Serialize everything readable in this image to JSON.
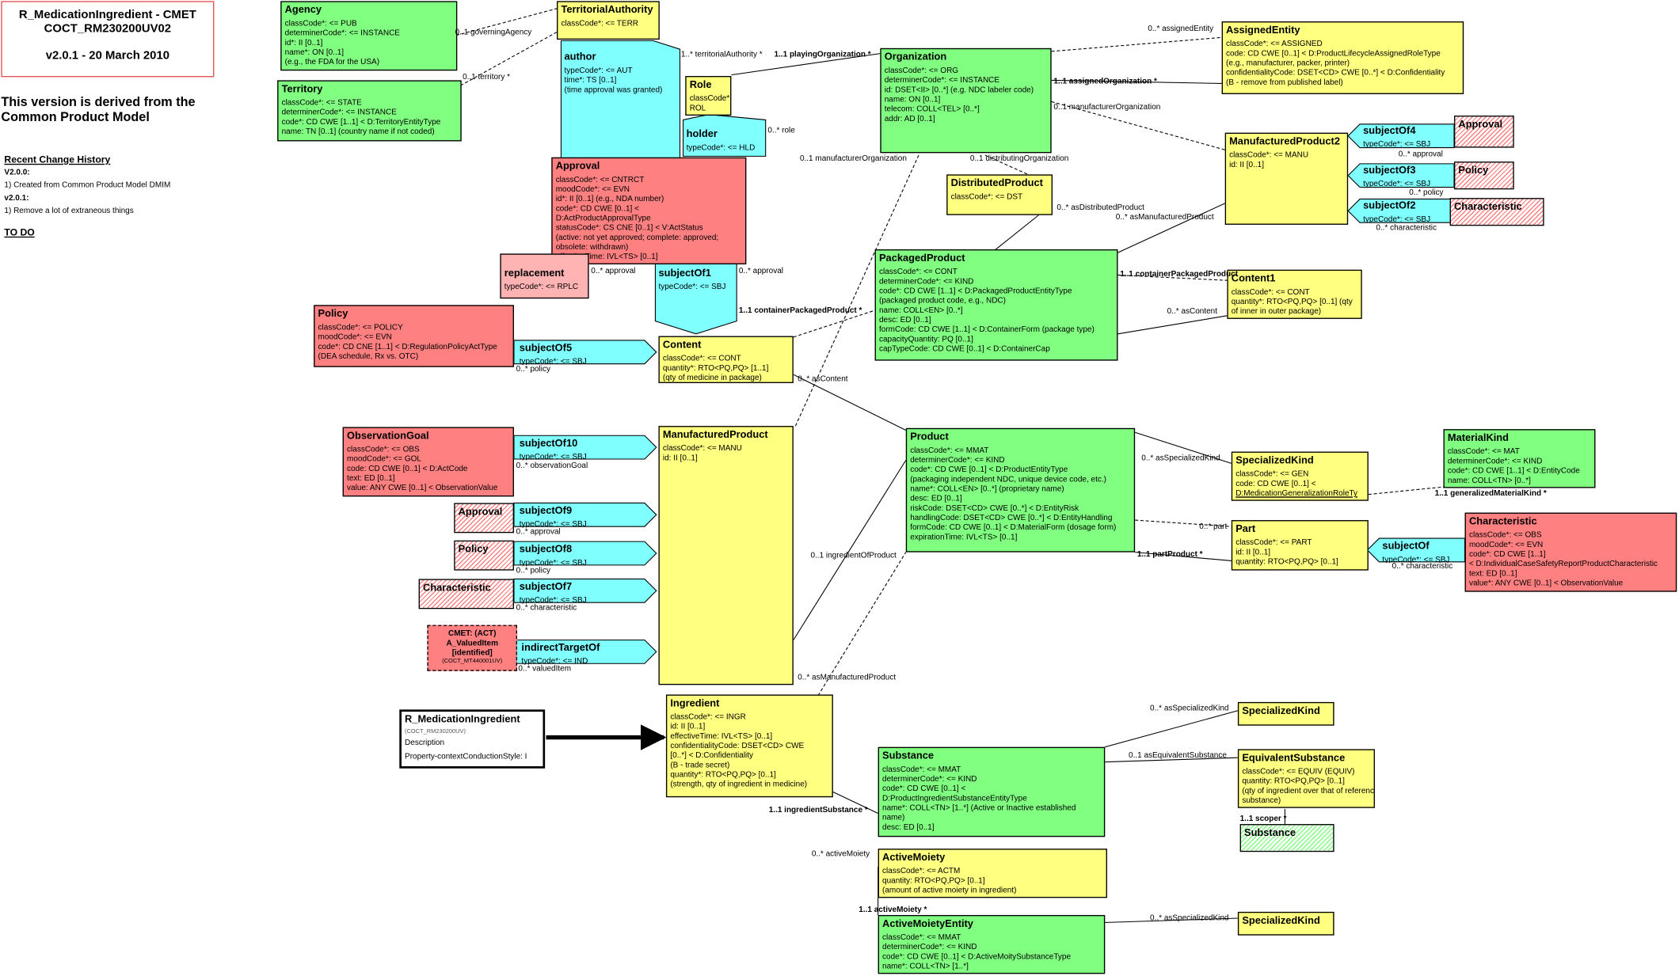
{
  "header": {
    "title_line1": "R_MedicationIngredient - CMET",
    "title_line2": "COCT_RM230200UV02",
    "version": "v2.0.1 - 20 March 2010",
    "derived_line1": "This version is derived from the",
    "derived_line2": "Common Product  Model"
  },
  "history": {
    "heading": "Recent Change History",
    "v1_label": "V2.0.0:",
    "v1_text": "1) Created from Common Product Model DMIM",
    "v2_label": "v2.0.1:",
    "v2_text": "1) Remove a lot of extraneous things",
    "todo": "TO DO"
  },
  "entry": {
    "name": "R_MedicationIngredient",
    "code": "(COCT_RM230200UV)",
    "desc": "Description",
    "style": "Property-contextConductionStyle: I"
  },
  "classes": {
    "agency": {
      "title": "Agency",
      "rows": [
        "classCode*: <= PUB",
        "determinerCode*: <= INSTANCE",
        "id*: II [0..1]",
        "name*: ON [0..1]",
        " (e.g., the FDA for the USA)"
      ]
    },
    "territory": {
      "title": "Territory",
      "rows": [
        "classCode*: <= STATE",
        "determinerCode*: <= INSTANCE",
        "code*: CD CWE [1..1] < D:TerritoryEntityType",
        "name: TN [0..1] (country name if not coded)"
      ]
    },
    "territorialAuthority": {
      "title": "TerritorialAuthority",
      "rows": [
        "classCode*: <= TERR"
      ]
    },
    "author": {
      "title": "author",
      "rows": [
        "typeCode*: <= AUT",
        "time*: TS [0..1]",
        " (time approval was granted)"
      ]
    },
    "role": {
      "title": "Role",
      "rows": [
        "classCode*: <=",
        "ROL"
      ]
    },
    "holder": {
      "title": "holder",
      "rows": [
        "typeCode*: <= HLD"
      ]
    },
    "approval": {
      "title": "Approval",
      "rows": [
        "classCode*: <= CNTRCT",
        "moodCode*: <= EVN",
        "id*: II [0..1] (e.g., NDA number)",
        "code*: CD CWE [0..1] <",
        "D:ActProductApprovalType",
        "statusCode*: CS CNE [0..1] < V:ActStatus",
        " (active: not yet approved; complete: approved;",
        "obsolete: withdrawn)",
        "effectiveTime: IVL<TS> [0..1]"
      ]
    },
    "replacement": {
      "title": "replacement",
      "rows": [
        "typeCode*: <= RPLC"
      ]
    },
    "subjectOf1": {
      "title": "subjectOf1",
      "rows": [
        "typeCode*: <= SBJ"
      ]
    },
    "policy": {
      "title": "Policy",
      "rows": [
        "classCode*: <= POLICY",
        "moodCode*: <= EVN",
        "code*: CD CNE [1..1] < D:RegulationPolicyActType",
        " (DEA schedule, Rx vs. OTC)"
      ]
    },
    "subjectOf5": {
      "title": "subjectOf5",
      "rows": [
        "typeCode*: <= SBJ"
      ]
    },
    "content": {
      "title": "Content",
      "rows": [
        "classCode*: <= CONT",
        "quantity*: RTO<PQ,PQ> [1..1]",
        " (qty of medicine in package)"
      ]
    },
    "organization": {
      "title": "Organization",
      "rows": [
        "classCode*: <= ORG",
        "determinerCode*: <= INSTANCE",
        "id: DSET<II> [0..*] (e.g. NDC labeler code)",
        "name: ON [0..1]",
        "telecom: COLL<TEL> [0..*]",
        "addr: AD [0..1]"
      ]
    },
    "distributedProduct": {
      "title": "DistributedProduct",
      "rows": [
        "classCode*: <= DST"
      ]
    },
    "assignedEntity": {
      "title": "AssignedEntity",
      "rows": [
        "classCode*: <= ASSIGNED",
        "code: CD CWE [0..1] < D:ProductLifecycleAssignedRoleType",
        " (e.g., manufacturer, packer, printer)",
        "confidentialityCode: DSET<CD> CWE [0..*] < D:Confidentiality",
        " (B - remove from published label)"
      ]
    },
    "manufacturedProduct2": {
      "title": "ManufacturedProduct2",
      "rows": [
        "classCode*: <= MANU",
        "id: II [0..1]"
      ]
    },
    "subjectOf4": {
      "title": "subjectOf4",
      "rows": [
        "typeCode*: <= SBJ"
      ]
    },
    "approvalRef": {
      "title": "Approval"
    },
    "subjectOf3": {
      "title": "subjectOf3",
      "rows": [
        "typeCode*: <= SBJ"
      ]
    },
    "policyRef": {
      "title": "Policy"
    },
    "subjectOf2": {
      "title": "subjectOf2",
      "rows": [
        "typeCode*: <= SBJ"
      ]
    },
    "characteristicRef": {
      "title": "Characteristic"
    },
    "packagedProduct": {
      "title": "PackagedProduct",
      "rows": [
        "classCode*: <= CONT",
        "determinerCode*: <= KIND",
        "code*: CD CWE [1..1] < D:PackagedProductEntityType",
        " (packaged product code, e.g., NDC)",
        "name: COLL<EN> [0..*]",
        "desc: ED [0..1]",
        "formCode: CD CWE [1..1] < D:ContainerForm (package type)",
        "capacityQuantity: PQ [0..1]",
        "capTypeCode: CD CWE [0..1] < D:ContainerCap"
      ]
    },
    "content1": {
      "title": "Content1",
      "rows": [
        "classCode*: <= CONT",
        "quantity*: RTO<PQ,PQ> [0..1] (qty",
        "of inner in outer package)"
      ]
    },
    "observationGoal": {
      "title": "ObservationGoal",
      "rows": [
        "classCode*: <= OBS",
        "moodCode*: <= GOL",
        "code: CD CWE [0..1] < D:ActCode",
        "text: ED [0..1]",
        "value: ANY CWE [0..1] < ObservationValue"
      ]
    },
    "subjectOf10": {
      "title": "subjectOf10",
      "rows": [
        "typeCode*: <= SBJ"
      ]
    },
    "approvalRef2": {
      "title": "Approval"
    },
    "subjectOf9": {
      "title": "subjectOf9",
      "rows": [
        "typeCode*: <= SBJ"
      ]
    },
    "policyRef2": {
      "title": "Policy"
    },
    "subjectOf8": {
      "title": "subjectOf8",
      "rows": [
        "typeCode*: <= SBJ"
      ]
    },
    "characteristicRef2": {
      "title": "Characteristic"
    },
    "subjectOf7": {
      "title": "subjectOf7",
      "rows": [
        "typeCode*: <= SBJ"
      ]
    },
    "cmet": {
      "line1": "CMET: (ACT)",
      "line2": "A_ValuedItem",
      "line3": "[identified]",
      "line4": "(COCT_MT440001UV)"
    },
    "indirectTargetOf": {
      "title": "indirectTargetOf",
      "rows": [
        "typeCode*: <= IND"
      ]
    },
    "manufacturedProduct": {
      "title": "ManufacturedProduct",
      "rows": [
        "classCode*: <= MANU",
        "id: II [0..1]"
      ]
    },
    "product": {
      "title": "Product",
      "rows": [
        "classCode*: <= MMAT",
        "determinerCode*: <= KIND",
        "code*: CD CWE [0..1] < D:ProductEntityType",
        " (packaging independent NDC, unique device code, etc.)",
        "name*: COLL<EN> [0..*] (proprietary name)",
        "desc: ED [0..1]",
        "riskCode: DSET<CD> CWE [0..*] < D:EntityRisk",
        "handlingCode: DSET<CD> CWE [0..*] < D:EntityHandling",
        "formCode: CD CWE [0..1] < D:MaterialForm (dosage form)",
        "expirationTime: IVL<TS> [0..1]"
      ]
    },
    "specializedKind": {
      "title": "SpecializedKind",
      "rows": [
        "classCode*: <= GEN",
        "code: CD CWE [0..1] <",
        "D:MedicationGeneralizationRoleTy",
        "pe"
      ]
    },
    "materialKind": {
      "title": "MaterialKind",
      "rows": [
        "classCode*: <= MAT",
        "determinerCode*: <= KIND",
        "code*: CD CWE [1..1] < D:EntityCode",
        "name: COLL<TN> [0..*]"
      ]
    },
    "part": {
      "title": "Part",
      "rows": [
        "classCode*: <= PART",
        "id: II [0..1]",
        "quantity: RTO<PQ,PQ> [0..1]"
      ]
    },
    "subjectOf": {
      "title": "subjectOf",
      "rows": [
        "typeCode*: <= SBJ"
      ]
    },
    "characteristic": {
      "title": "Characteristic",
      "rows": [
        "classCode*: <= OBS",
        "moodCode*: <= EVN",
        "code*: CD CWE [1..1]",
        "< D:IndividualCaseSafetyReportProductCharacteristic",
        "text: ED [0..1]",
        "value*: ANY CWE [0..1] < ObservationValue"
      ]
    },
    "ingredient": {
      "title": "Ingredient",
      "rows": [
        "classCode*: <= INGR",
        "id: II [0..1]",
        "effectiveTime: IVL<TS> [0..1]",
        "confidentialityCode: DSET<CD> CWE",
        "[0..*] < D:Confidentiality",
        " (B - trade secret)",
        "quantity*: RTO<PQ,PQ> [0..1]",
        " (strength, qty of ingredient in medicine)"
      ]
    },
    "substance": {
      "title": "Substance",
      "rows": [
        "classCode*: <= MMAT",
        "determinerCode*: <= KIND",
        "code*: CD CWE [0..1] <",
        "D:ProductIngredientSubstanceEntityType",
        "name*: COLL<TN> [1..*] (Active or Inactive established",
        "name)",
        "desc: ED [0..1]"
      ]
    },
    "specializedKind2": {
      "title": "SpecializedKind"
    },
    "equivalentSubstance": {
      "title": "EquivalentSubstance",
      "rows": [
        "classCode*: <= EQUIV (EQUIV)",
        "quantity: RTO<PQ,PQ> [0..1]",
        " (qty of ingredient over that of reference",
        "substance)"
      ]
    },
    "substanceRef": {
      "title": "Substance"
    },
    "activeMoiety": {
      "title": "ActiveMoiety",
      "rows": [
        "classCode*: <= ACTM",
        "quantity: RTO<PQ,PQ> [0..1]",
        " (amount of active moiety in ingredient)"
      ]
    },
    "activeMoietyEntity": {
      "title": "ActiveMoietyEntity",
      "rows": [
        "classCode*: <= MMAT",
        "determinerCode*: <= KIND",
        "code*: CD CWE [0..1] < D:ActiveMoitySubstanceType",
        "name*: COLL<TN> [1..*]"
      ]
    },
    "specializedKind3": {
      "title": "SpecializedKind"
    }
  },
  "labels": {
    "governingAgency": "0..1 governingAgency",
    "territory": "0..1 territory  *",
    "territorialAuthority": "1..* territorialAuthority  *",
    "playingOrganization": "1..1 playingOrganization  *",
    "role": "0..* role",
    "manufacturerOrganization": "0..1 manufacturerOrganization",
    "assignedEntity": "0..* assignedEntity",
    "assignedOrganization": "1..1 assignedOrganization  *",
    "manufacturerOrganization2": "0..1 manufacturerOrganization",
    "distributingOrganization": "0..1 distributingOrganization",
    "asDistributedProduct": "0..* asDistributedProduct",
    "asManufacturedProduct": "0..* asManufacturedProduct",
    "approvalRepl": "0..* approval",
    "approval1": "0..* approval",
    "containerPackagedProduct": "1..1 containerPackagedProduct  *",
    "containerPackagedProduct2": "1..1 containerPackagedProduct",
    "asContent": "0..* asContent",
    "asContent2": "0..* asContent",
    "policy5": "0..* policy",
    "approval4": "0..* approval",
    "policy3": "0..* policy",
    "characteristic2": "0..* characteristic",
    "observationGoal": "0..* observationGoal",
    "approval9": "0..* approval",
    "policy8": "0..* policy",
    "characteristic7": "0..* characteristic",
    "valuedItem": "0..* valuedItem",
    "ingredientOfProduct": "0..1 ingredientOfProduct",
    "asManufacturedProduct2": "0..* asManufacturedProduct",
    "asSpecializedKind": "0..* asSpecializedKind",
    "generalizedMaterialKind": "1..1 generalizedMaterialKind  *",
    "part": "0..* part",
    "partProduct": "1..1 partProduct  *",
    "characteristicPart": "0..* characteristic",
    "ingredientSubstance": "1..1 ingredientSubstance  *",
    "activeMoiety": "0..* activeMoiety",
    "activeMoiety2": "1..1 activeMoiety  *",
    "asSpecializedKind2": "0..* asSpecializedKind",
    "asEquivalentSubstance": "0..1 asEquivalentSubstance",
    "scoper": "1..1 scoper  *",
    "asSpecializedKind3": "0..* asSpecializedKind"
  }
}
